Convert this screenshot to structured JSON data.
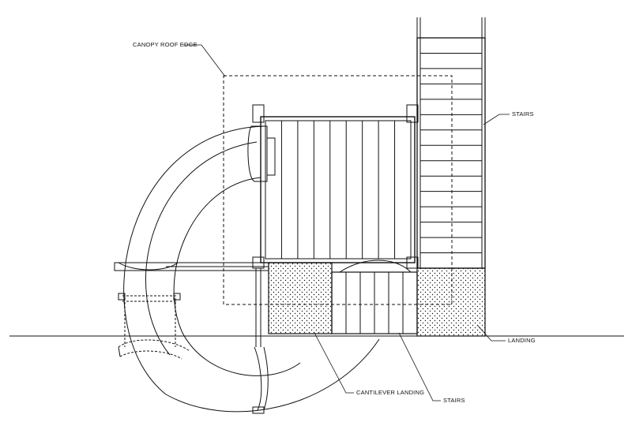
{
  "labels": {
    "canopy_roof_edge": "CANOPY ROOF EDGE",
    "stairs_right": "STAIRS",
    "landing": "LANDING",
    "cantilever_landing": "CANTILEVER LANDING",
    "stairs_bottom": "STAIRS"
  },
  "counts": {
    "deck_planks": 9,
    "right_stair_treads": 15,
    "lower_stair_treads": 6
  },
  "colors": {
    "line": "#111111",
    "background": "#ffffff"
  }
}
